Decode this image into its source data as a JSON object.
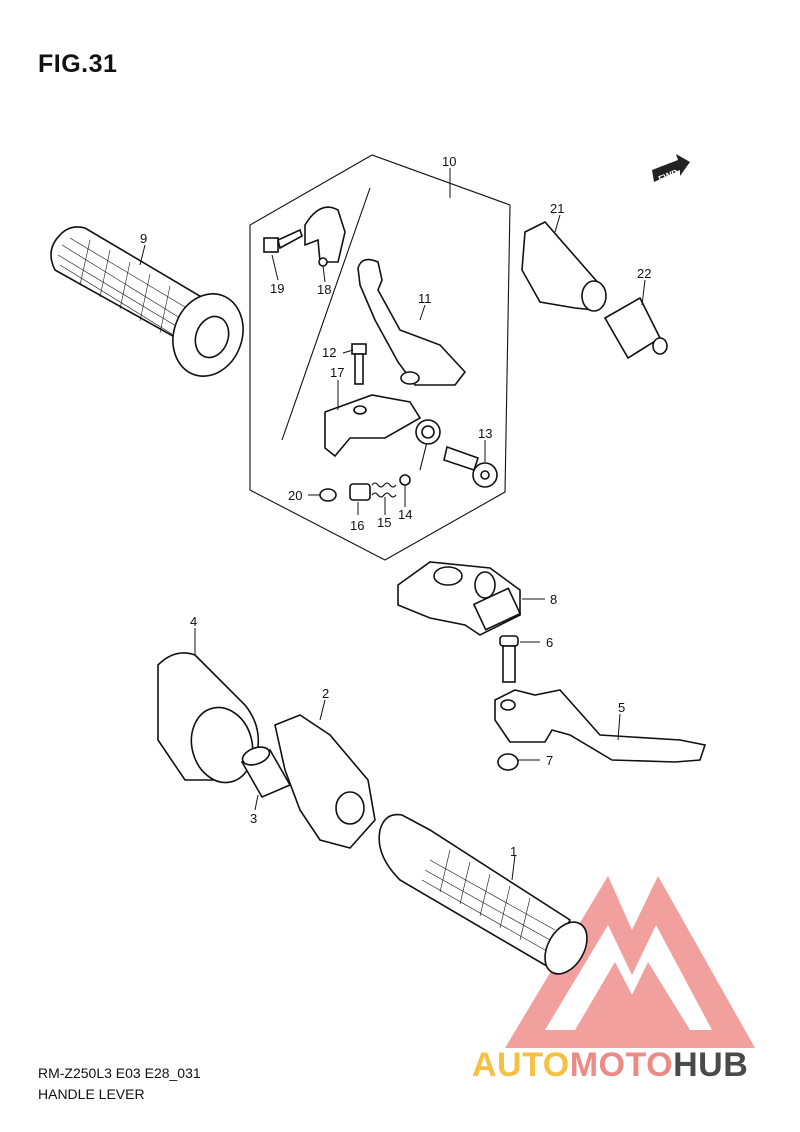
{
  "figure": {
    "title": "FIG.31"
  },
  "footer": {
    "model_code": "RM-Z250L3 E03 E28_031",
    "caption": "HANDLE LEVER"
  },
  "fwd_badge": {
    "text": "FWD"
  },
  "watermark": {
    "part1": "AUTO",
    "part2": "MOTO",
    "part3": "HUB",
    "colors": {
      "auto": "#f6c043",
      "moto": "#ec8a86",
      "hub": "#4a4a4a",
      "triangle": "#ec8a86"
    }
  },
  "callouts": {
    "p1": "1",
    "p2": "2",
    "p3": "3",
    "p4": "4",
    "p5": "5",
    "p6": "6",
    "p7": "7",
    "p8": "8",
    "p9": "9",
    "p10": "10",
    "p11": "11",
    "p12": "12",
    "p13": "13",
    "p14": "14",
    "p15": "15",
    "p16": "16",
    "p17": "17",
    "p18": "18",
    "p19": "19",
    "p20": "20",
    "p21": "21",
    "p22": "22"
  }
}
